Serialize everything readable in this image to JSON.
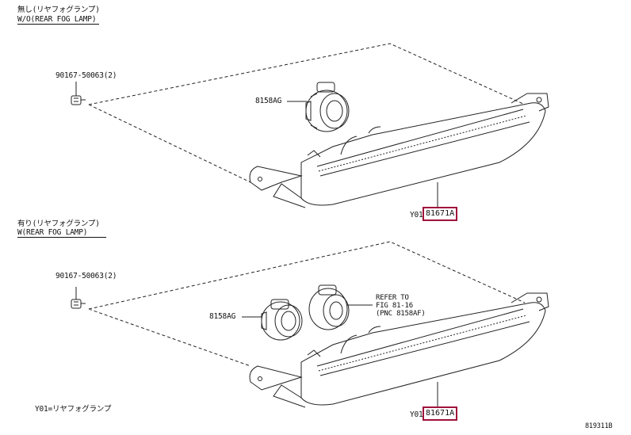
{
  "sections": [
    {
      "heading_jp": "無し(リヤフォグランプ)",
      "heading_en": "W/O(REAR FOG LAMP)",
      "bolt_label": "90167-50063(2)",
      "socket_label": "8158AG",
      "code_prefix": "Y01",
      "part_number": "81671A"
    },
    {
      "heading_jp": "有り(リヤフォグランプ)",
      "heading_en": "W(REAR FOG LAMP)",
      "bolt_label": "90167-50063(2)",
      "socket_label": "8158AG",
      "code_prefix": "Y01",
      "part_number": "81671A",
      "reference_lines": [
        "REFER TO",
        "FIG 81-16",
        "(PNC 8158AF)"
      ]
    }
  ],
  "legend": "Y01=リヤフォグランプ",
  "figure_id": "819311B",
  "colors": {
    "line": "#222222",
    "highlight_box": "#a0123a"
  }
}
